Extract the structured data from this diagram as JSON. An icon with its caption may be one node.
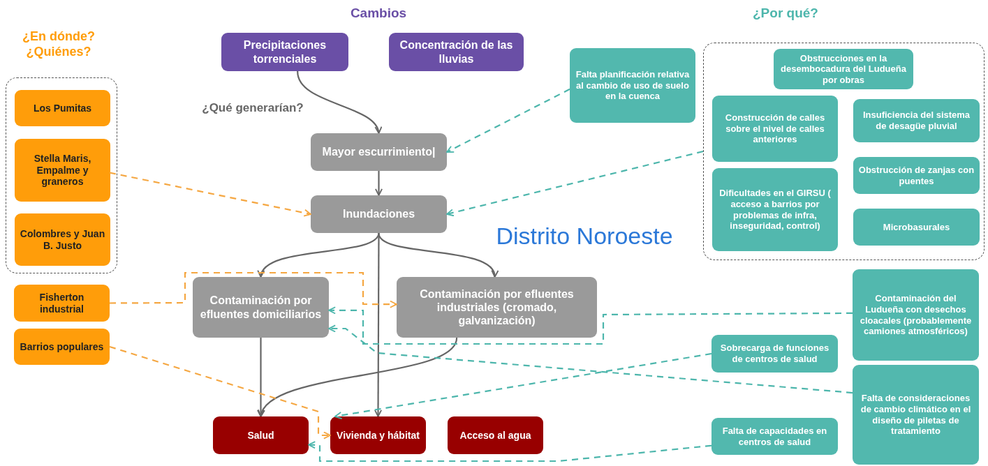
{
  "diagram": {
    "nodes": [
      {
        "text": [
          "Precipitaciones torrenciales"
        ]
      },
      {
        "text": [
          "Concentración de las lluvias"
        ]
      },
      {
        "text": [
          "Mayor escurrimiento|"
        ]
      },
      {
        "text": [
          "Inundaciones"
        ]
      },
      {
        "text": [
          "Contaminación por efluentes domiciliarios"
        ]
      },
      {
        "text": [
          "Contaminación por efluentes industriales (cromado, galvanización)"
        ]
      },
      {
        "text": [
          "Salud"
        ]
      },
      {
        "text": [
          "Vivienda y hábitat"
        ]
      },
      {
        "text": [
          "Acceso al agua"
        ]
      },
      {
        "text": [],
        "shape": "box"
      },
      {
        "text": [
          "Los Pumitas"
        ],
        "in": 9
      },
      {
        "text": [
          "Stella Maris, Empalme y graneros"
        ],
        "in": 9
      },
      {
        "text": [
          "Colombres y Juan B. Justo"
        ],
        "in": 9
      },
      {
        "text": [
          "Fisherton industrial"
        ]
      },
      {
        "text": [
          "Barrios populares"
        ]
      },
      {
        "text": [
          "Falta planificación relativa al cambio de uso de suelo en la cuenca"
        ]
      },
      {
        "text": [],
        "shape": "box"
      },
      {
        "text": [
          "Obstrucciones en la desembocadura del Ludueña por obras"
        ],
        "in": 16
      },
      {
        "text": [
          "Construcción de calles sobre el nivel de calles anteriores"
        ],
        "in": 16
      },
      {
        "text": [
          "Insuficiencia del sistema de desagüe pluvial"
        ],
        "in": 16
      },
      {
        "text": [
          "Dificultades en el GIRSU ( acceso a barrios por problemas de infra, inseguridad, control)"
        ],
        "in": 16
      },
      {
        "text": [
          "Obstrucción de zanjas con puentes"
        ],
        "in": 16
      },
      {
        "text": [
          "Microbasurales"
        ],
        "in": 16
      },
      {
        "text": [
          "Contaminación del Ludueña con desechos cloacales (probablemente camiones atmosféricos)"
        ]
      },
      {
        "text": [
          "Sobrecarga de funciones de centros de salud"
        ]
      },
      {
        "text": [
          "Falta de consideraciones de cambio climático en el diseño de piletas de tratamiento"
        ]
      },
      {
        "text": [
          "Falta de capacidades en centros de salud"
        ]
      }
    ],
    "edges": [
      {
        "from": 0,
        "to": 2,
        "arrow": "to"
      },
      {
        "from": 2,
        "to": 3,
        "arrow": "to"
      },
      {
        "from": 3,
        "to": 4,
        "arrow": "to"
      },
      {
        "from": 3,
        "to": 5,
        "arrow": "to"
      },
      {
        "from": 3,
        "to": 7,
        "arrow": "to"
      },
      {
        "from": 4,
        "to": 6,
        "arrow": "to"
      },
      {
        "from": 5,
        "to": 6,
        "arrow": "to"
      },
      {
        "from": 11,
        "to": 3,
        "arrow": "to",
        "style": "dashed",
        "color": "#f5a742"
      },
      {
        "from": 13,
        "to": 5,
        "arrow": "to",
        "style": "dashed",
        "color": "#f5a742"
      },
      {
        "from": 14,
        "to": 7,
        "arrow": "to",
        "style": "dashed",
        "color": "#f5a742"
      },
      {
        "from": 15,
        "to": 2,
        "arrow": "to",
        "style": "dashed",
        "color": "#4db6ac"
      },
      {
        "from": 16,
        "to": 3,
        "arrow": "to",
        "style": "dashed",
        "color": "#4db6ac"
      },
      {
        "from": 23,
        "to": 4,
        "arrow": "to",
        "style": "dashed",
        "color": "#4db6ac"
      },
      {
        "from": 25,
        "to": 4,
        "arrow": "to",
        "style": "dashed",
        "color": "#4db6ac"
      },
      {
        "from": 24,
        "to": 7,
        "arrow": "to",
        "style": "dashed",
        "color": "#4db6ac"
      },
      {
        "from": 26,
        "to": 6,
        "arrow": "to",
        "style": "dashed",
        "color": "#4db6ac"
      }
    ],
    "labels": [
      "Cambios",
      "¿Por qué?",
      "¿En dónde? ¿Quiénes?",
      "¿Qué generarían?",
      "Distrito Noroeste"
    ]
  }
}
